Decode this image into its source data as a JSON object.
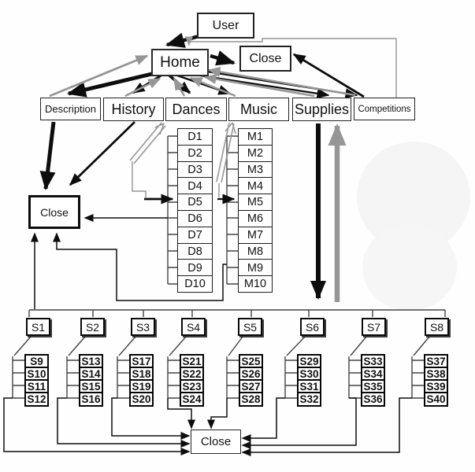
{
  "nodes": {
    "user": "User",
    "home": "Home",
    "close_top": "Close",
    "close_mid": "Close",
    "close_bottom": "Close",
    "categories": [
      "Description",
      "History",
      "Dances",
      "Music",
      "Supplies",
      "Competitions"
    ]
  },
  "lists": {
    "dances_pages": [
      "D1",
      "D2",
      "D3",
      "D4",
      "D5",
      "D6",
      "D7",
      "D8",
      "D9",
      "D10"
    ],
    "music_pages": [
      "M1",
      "M2",
      "M3",
      "M4",
      "M5",
      "M6",
      "M7",
      "M8",
      "M9",
      "M10"
    ],
    "supplies_parents": [
      "S1",
      "S2",
      "S3",
      "S4",
      "S5",
      "S6",
      "S7",
      "S8"
    ],
    "supplies_groups": [
      [
        "S9",
        "S10",
        "S11",
        "S12"
      ],
      [
        "S13",
        "S14",
        "S15",
        "S16"
      ],
      [
        "S17",
        "S18",
        "S19",
        "S20"
      ],
      [
        "S21",
        "S22",
        "S23",
        "S24"
      ],
      [
        "S25",
        "S26",
        "S27",
        "S28"
      ],
      [
        "S29",
        "S30",
        "S31",
        "S32"
      ],
      [
        "S33",
        "S34",
        "S35",
        "S36"
      ],
      [
        "S37",
        "S38",
        "S39",
        "S40"
      ]
    ]
  },
  "legend_colors": {
    "forward_link_arrow": "#0d0d0d",
    "return_link_arrow": "#969696",
    "structure_line": "#444444"
  }
}
